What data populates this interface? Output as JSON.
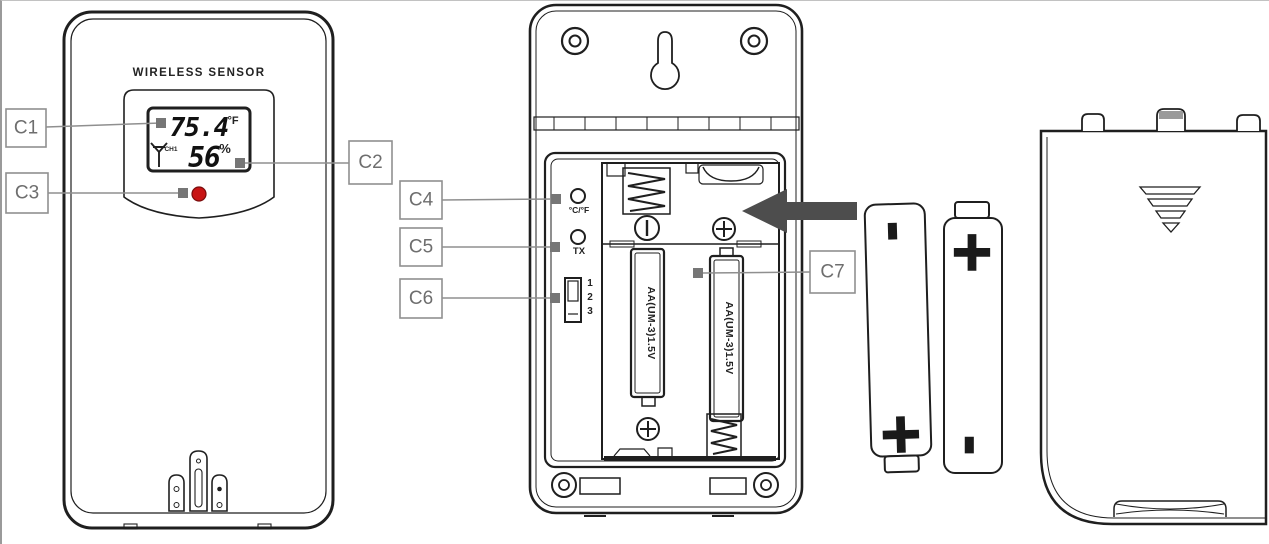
{
  "front": {
    "title": "WIRELESS SENSOR",
    "lcd": {
      "temperature": "75.4",
      "temperature_unit": "°F",
      "channel": "CH1",
      "humidity": "56",
      "humidity_unit": "%"
    }
  },
  "back": {
    "cf_button_label": "°C/°F",
    "tx_button_label": "TX",
    "channel_switch": {
      "pos1": "1",
      "pos2": "2",
      "pos3": "3"
    },
    "battery_left_label": "AA(UM-3)1.5V",
    "battery_right_label": "AA(UM-3)1.5V"
  },
  "batteries": {
    "left_top_polarity": "-",
    "left_bottom_polarity": "+",
    "right_top_polarity": "+",
    "right_bottom_polarity": "-"
  },
  "callouts": {
    "c1": "C1",
    "c2": "C2",
    "c3": "C3",
    "c4": "C4",
    "c5": "C5",
    "c6": "C6",
    "c7": "C7"
  },
  "colors": {
    "led_indicator": "#c81414",
    "callout_gray": "#8f8f8f",
    "arrow_gray": "#4d4d4d",
    "line_art": "#1f1f1f"
  }
}
